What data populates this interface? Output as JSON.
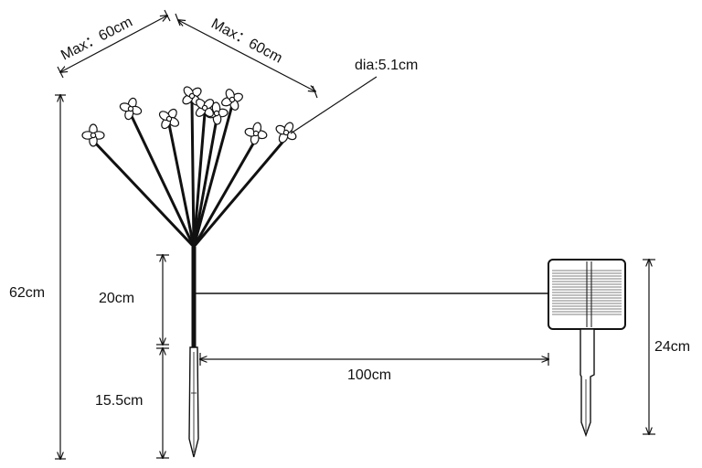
{
  "labels": {
    "width_max_left": "Max：60cm",
    "width_max_right": "Max：60cm",
    "flower_diameter": "dia:5.1cm",
    "total_height": "62cm",
    "wire_section": "20cm",
    "stake_length": "15.5cm",
    "cable_length": "100cm",
    "panel_height": "24cm"
  },
  "colors": {
    "line": "#111111",
    "panel_fill": "#ffffff",
    "flower_fill": "#ffffff"
  },
  "parts": {
    "flower_count": 9
  }
}
